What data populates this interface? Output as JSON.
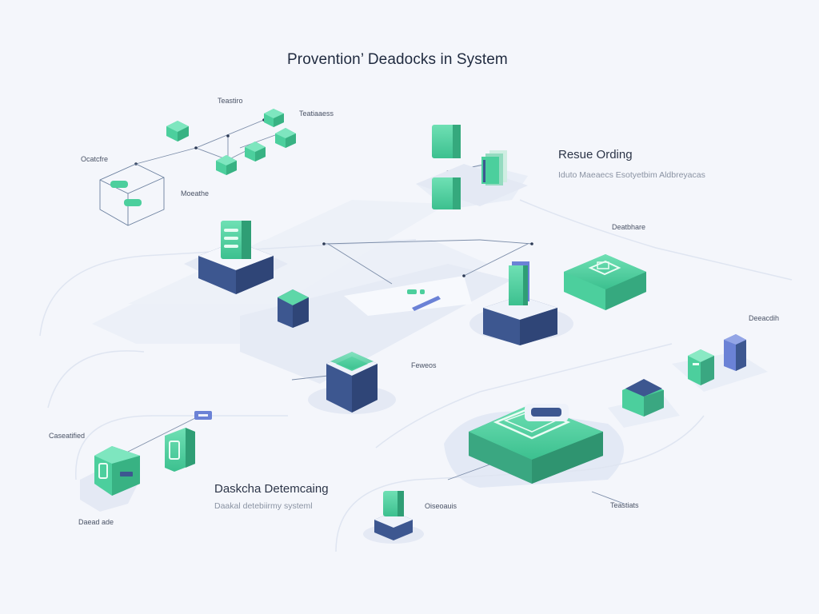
{
  "title": "Provention’ Deadocks in System",
  "sections": {
    "resource_ordering": {
      "heading": "Resue Ording",
      "subtitle": "Iduto Maeaecs Esotyetbim Aldbreyacas"
    },
    "detecting": {
      "heading": "Daskcha Detemcaing",
      "subtitle": "Daakal detebiirmy systeml"
    }
  },
  "labels": {
    "top_cluster": "Teastiro",
    "top_right_cluster": "Teatiaaess",
    "left_cluster": "Ocatcfre",
    "mid_cluster": "Moeathe",
    "right_mid": "Deatbhare",
    "right_edge": "Deeacdih",
    "center": "Feweos",
    "bottom_left_top": "Caseatified",
    "bottom_left_bottom": "Daead ade",
    "bottom_mid": "Oiseoauis",
    "bottom_right": "Teastiats"
  },
  "colors": {
    "background": "#f4f6fb",
    "platform": "#e8edf7",
    "navy": "#3d5790",
    "green": "#4ccf9d",
    "green_dark": "#3aa781",
    "line": "#7b8ca8",
    "accent_blue": "#6b82d6"
  }
}
